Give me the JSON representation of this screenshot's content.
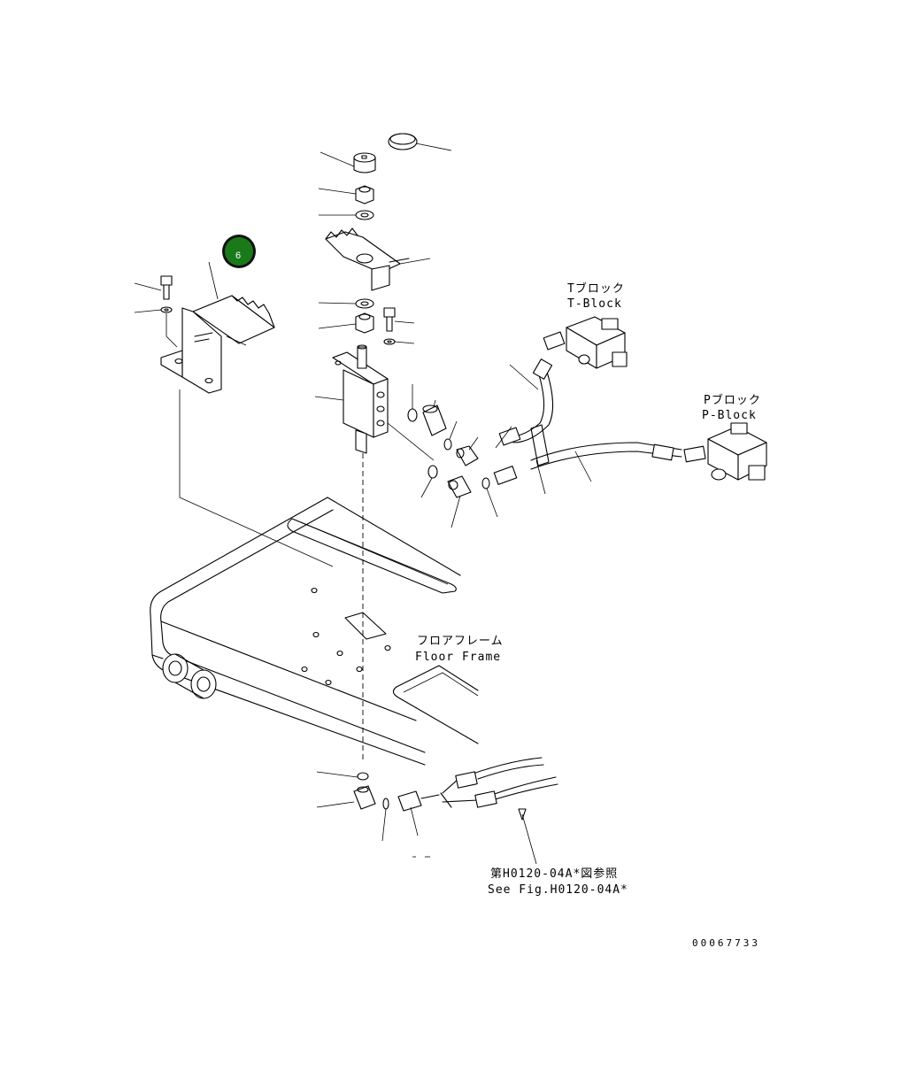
{
  "callout": {
    "number": "6",
    "color": "#1a7a1a"
  },
  "labels": {
    "t_block_jp": "Tブロック",
    "t_block_en": "T-Block",
    "p_block_jp": "Pブロック",
    "p_block_en": "P-Block",
    "floor_frame_jp": "フロアフレーム",
    "floor_frame_en": "Floor Frame",
    "see_fig_jp": "第H0120-04A*図参照",
    "see_fig_en": "See Fig.H0120-04A*"
  },
  "document_number": "00067733"
}
